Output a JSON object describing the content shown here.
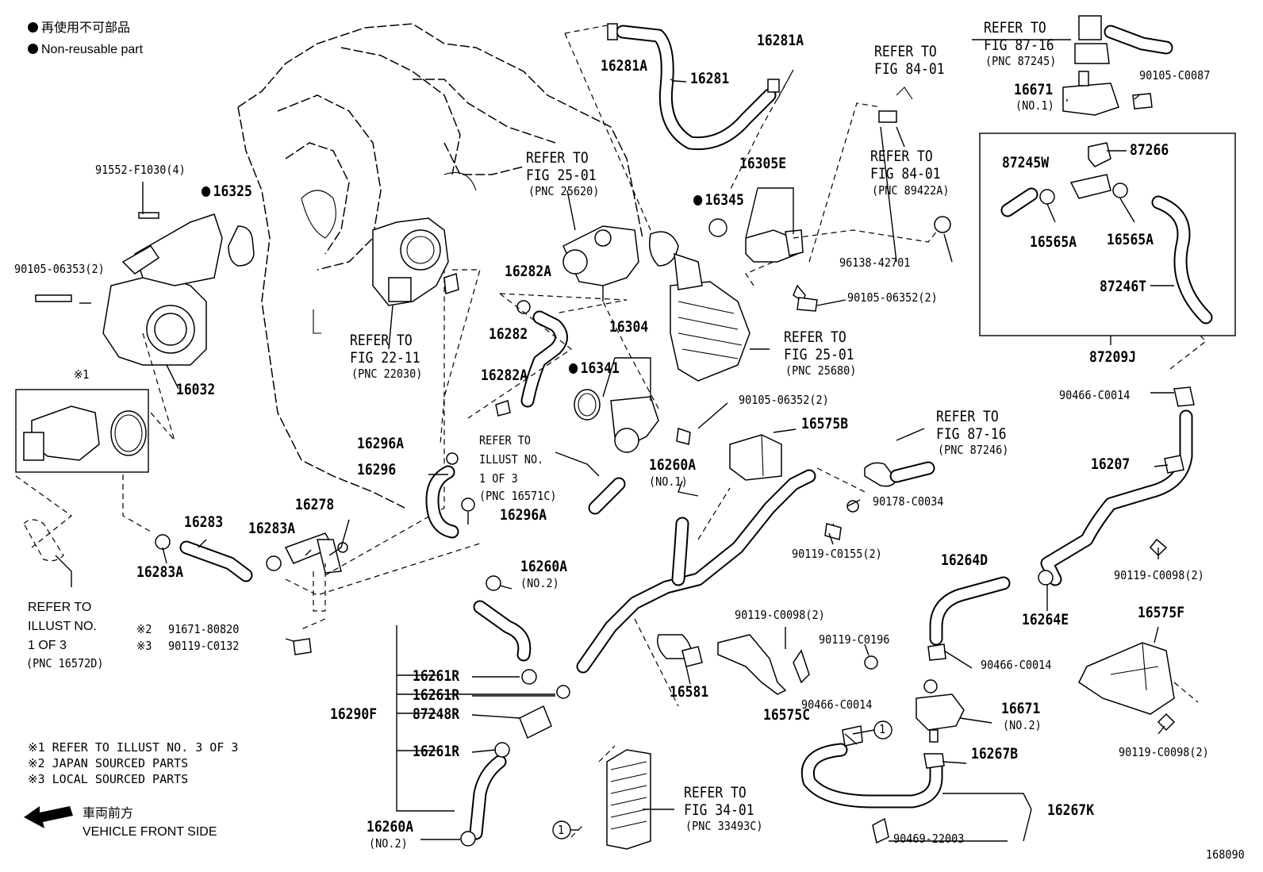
{
  "legend": {
    "nonreusable_jp": "再使用不可部品",
    "nonreusable_en": "Non-reusable part"
  },
  "labels": {
    "l_16281A_a": "16281A",
    "l_16281": "16281",
    "l_16281A_b": "16281A",
    "l_91552": "91552-F1030(4)",
    "l_16325": "16325",
    "l_90105_06353": "90105-06353(2)",
    "l_16032": "16032",
    "l_x1": "※1",
    "l_16345": "16345",
    "l_16305E": "16305E",
    "l_96138": "96138-42701",
    "l_90105_06352_a": "90105-06352(2)",
    "l_16282A_a": "16282A",
    "l_16282": "16282",
    "l_16282A_b": "16282A",
    "l_16304": "16304",
    "l_16341": "16341",
    "l_90105_06352_b": "90105-06352(2)",
    "l_16575B": "16575B",
    "l_16296A_a": "16296A",
    "l_16296": "16296",
    "l_16296A_b": "16296A",
    "l_16260A_1": "16260A",
    "l_no1_a": "(NO.1)",
    "l_90178": "90178-C0034",
    "l_90119_c0155": "90119-C0155(2)",
    "l_16283": "16283",
    "l_16283A_a": "16283A",
    "l_16278": "16278",
    "l_16283A_b": "16283A",
    "l_16260A_2": "16260A",
    "l_no2_a": "(NO.2)",
    "l_91671": "91671-80820",
    "l_90119_c0132": "90119-C0132",
    "l_x2": "※2",
    "l_x3": "※3",
    "l_16261R_a": "16261R",
    "l_16261R_b": "16261R",
    "l_87248R": "87248R",
    "l_16290F": "16290F",
    "l_16261R_c": "16261R",
    "l_16260A_3": "16260A",
    "l_no2_b": "(NO.2)",
    "l_16581": "16581",
    "l_90119_c0098_a": "90119-C0098(2)",
    "l_16575C": "16575C",
    "l_90119_c0196": "90119-C0196",
    "l_90466_a": "90466-C0014",
    "l_16264D": "16264D",
    "l_90466_b": "90466-C0014",
    "l_16671_2": "16671",
    "l_no2_c": "(NO.2)",
    "l_16267B": "16267B",
    "l_16267K": "16267K",
    "l_90469": "90469-22003",
    "l_16671_1": "16671",
    "l_no1_b": "(NO.1)",
    "l_90105_c0087": "90105-C0087",
    "l_87245W": "87245W",
    "l_87266": "87266",
    "l_16565A_a": "16565A",
    "l_16565A_b": "16565A",
    "l_87246T": "87246T",
    "l_87209J": "87209J",
    "l_90466_c": "90466-C0014",
    "l_16207": "16207",
    "l_90119_c0098_b": "90119-C0098(2)",
    "l_16264E": "16264E",
    "l_16575F": "16575F",
    "l_90119_c0098_c": "90119-C0098(2)",
    "l_circle1_a": "1",
    "l_circle1_b": "1",
    "l_diagram_no": "168090"
  },
  "refers": {
    "r_fig87_top_1": "REFER TO",
    "r_fig87_top_2": "FIG 87-16",
    "r_fig87_top_3": "(PNC 87245)",
    "r_fig84_a_1": "REFER TO",
    "r_fig84_a_2": "FIG 84-01",
    "r_fig84_b_1": "REFER TO",
    "r_fig84_b_2": "FIG 84-01",
    "r_fig84_b_3": "(PNC 89422A)",
    "r_fig25_a_1": "REFER TO",
    "r_fig25_a_2": "FIG 25-01",
    "r_fig25_a_3": "(PNC 25620)",
    "r_fig22_1": "REFER TO",
    "r_fig22_2": "FIG 22-11",
    "r_fig22_3": "(PNC 22030)",
    "r_fig25_b_1": "REFER TO",
    "r_fig25_b_2": "FIG 25-01",
    "r_fig25_b_3": "(PNC 25680)",
    "r_illust1_1": "REFER TO",
    "r_illust1_2": "ILLUST NO.",
    "r_illust1_3": "1 OF 3",
    "r_illust1_4": "(PNC 16571C)",
    "r_fig87_mid_1": "REFER TO",
    "r_fig87_mid_2": "FIG 87-16",
    "r_fig87_mid_3": "(PNC 87246)",
    "r_illust2_1": "REFER TO",
    "r_illust2_2": "ILLUST NO.",
    "r_illust2_3": "1 OF 3",
    "r_illust2_4": "(PNC 16572D)",
    "r_fig34_1": "REFER TO",
    "r_fig34_2": "FIG 34-01",
    "r_fig34_3": "(PNC 33493C)"
  },
  "notes": {
    "n1": "※1  REFER TO ILLUST NO. 3 OF 3",
    "n2": "※2  JAPAN SOURCED PARTS",
    "n3": "※3  LOCAL SOURCED PARTS"
  },
  "direction": {
    "jp": "車両前方",
    "en": "VEHICLE FRONT SIDE"
  }
}
